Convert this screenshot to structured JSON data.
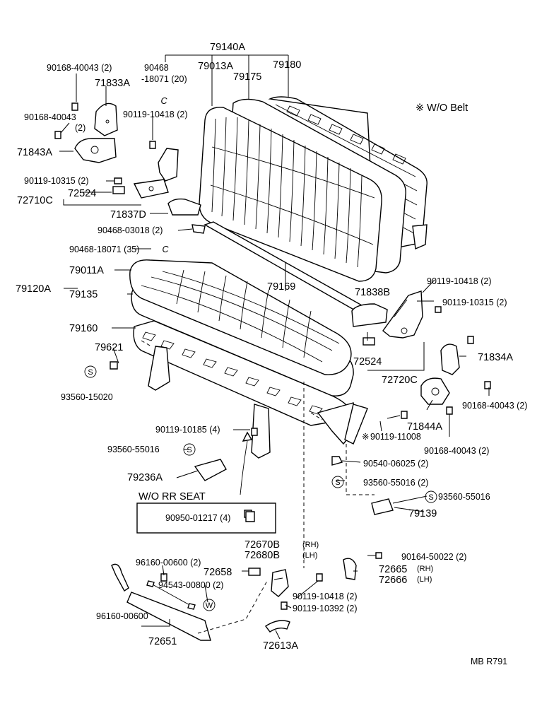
{
  "callouts": {
    "c79140A": "79140A",
    "c90468_18071_20_a": "90468",
    "c90468_18071_20_b": "-18071 (20)",
    "c79013A": "79013A",
    "c79175": "79175",
    "c79180": "79180",
    "c90168_40043_2_top": "90168-40043 (2)",
    "c71833A": "71833A",
    "c90168_40043_2_mid_a": "90168-40043",
    "c90168_40043_2_mid_b": "(2)",
    "c90119_10418_2_left": "90119-10418 (2)",
    "c71843A": "71843A",
    "c90119_10315_2_left": "90119-10315 (2)",
    "c72710C": "72710C",
    "c72524_left": "72524",
    "c71837D": "71837D",
    "c90468_03018_2": "90468-03018 (2)",
    "c90468_18071_35": "90468-18071 (35)",
    "c79011A": "79011A",
    "c79120A": "79120A",
    "c79135": "79135",
    "c79169": "79169",
    "c79160": "79160",
    "c79621": "79621",
    "c93560_15020": "93560-15020",
    "c90119_10185_4": "90119-10185 (4)",
    "c93560_55016_left": "93560-55016",
    "c79236A": "79236A",
    "c90119_10418_2_right": "90119-10418 (2)",
    "c90119_10315_2_right": "90119-10315 (2)",
    "c71838B": "71838B",
    "c72524_right": "72524",
    "c72720C": "72720C",
    "c71834A": "71834A",
    "c90168_40043_2_right1": "90168-40043 (2)",
    "c71844A": "71844A",
    "c90119_11008": "90119-11008",
    "c90168_40043_2_right2": "90168-40043 (2)",
    "c90540_06025_2": "90540-06025 (2)",
    "c93560_55016_2": "93560-55016 (2)",
    "c93560_55016_right": "93560-55016",
    "c79139": "79139",
    "c72670B": "72670B",
    "c72680B": "72680B",
    "c72658": "72658",
    "c90119_10418_2_bottom": "90119-10418 (2)",
    "c90119_10392_2": "90119-10392 (2)",
    "c72613A": "72613A",
    "c90164_50022_2": "90164-50022 (2)",
    "c72665": "72665",
    "c72666": "72666",
    "c96160_00600_2": "96160-00600 (2)",
    "c94543_00800_2": "94543-00800 (2)",
    "c96160_00600": "96160-00600",
    "c72651": "72651",
    "c90950_01217_4": "90950-01217 (4)"
  },
  "qualifiers": {
    "rh": "(RH)",
    "lh": "(LH)"
  },
  "badges": {
    "s": "S",
    "w": "W",
    "c": "C"
  },
  "notes": {
    "wo_belt": "※ W/O Belt",
    "wo_rr_seat": "W/O RR SEAT",
    "mark": "※"
  },
  "footer": {
    "code": "MB  R791"
  }
}
